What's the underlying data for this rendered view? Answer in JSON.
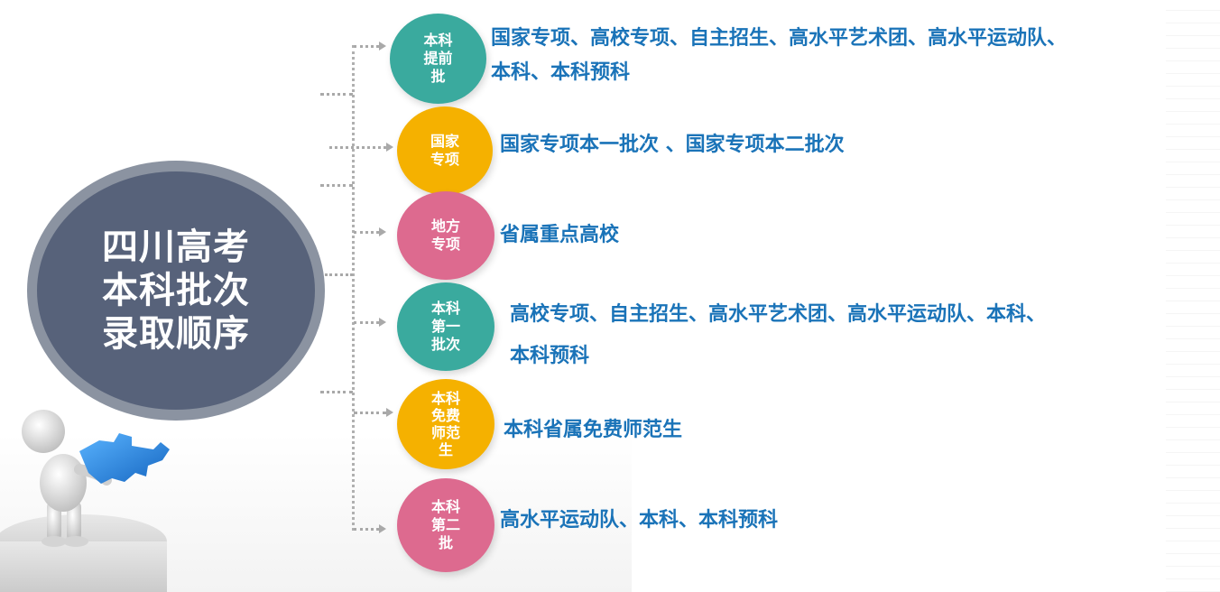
{
  "center_title": "四川高考\n本科批次\n录取顺序",
  "colors": {
    "teal": "#3aaa9e",
    "orange": "#f5b100",
    "pink": "#dd6a8f",
    "text_blue": "#1a73b8",
    "center_dark": "#57627a",
    "center_ring": "#8b93a1",
    "connector": "#a9a9a9"
  },
  "batches": [
    {
      "label": "本科\n提前\n批",
      "color": "teal",
      "text": "国家专项、高校专项、自主招生、高水平艺术团、高水平运动队、\n本科、本科预科"
    },
    {
      "label": "国家\n专项",
      "color": "orange",
      "text": "国家专项本一批次 、国家专项本二批次"
    },
    {
      "label": "地方\n专项",
      "color": "pink",
      "text": "省属重点高校"
    },
    {
      "label": "本科\n第一\n批次",
      "color": "teal",
      "text": "高校专项、自主招生、高水平艺术团、高水平运动队、本科、\n本科预科"
    },
    {
      "label": "本科\n免费\n师范\n生",
      "color": "orange",
      "text": "本科省属免费师范生"
    },
    {
      "label": "本科\n第二\n批",
      "color": "pink",
      "text": "高水平运动队、本科、本科预科"
    }
  ]
}
